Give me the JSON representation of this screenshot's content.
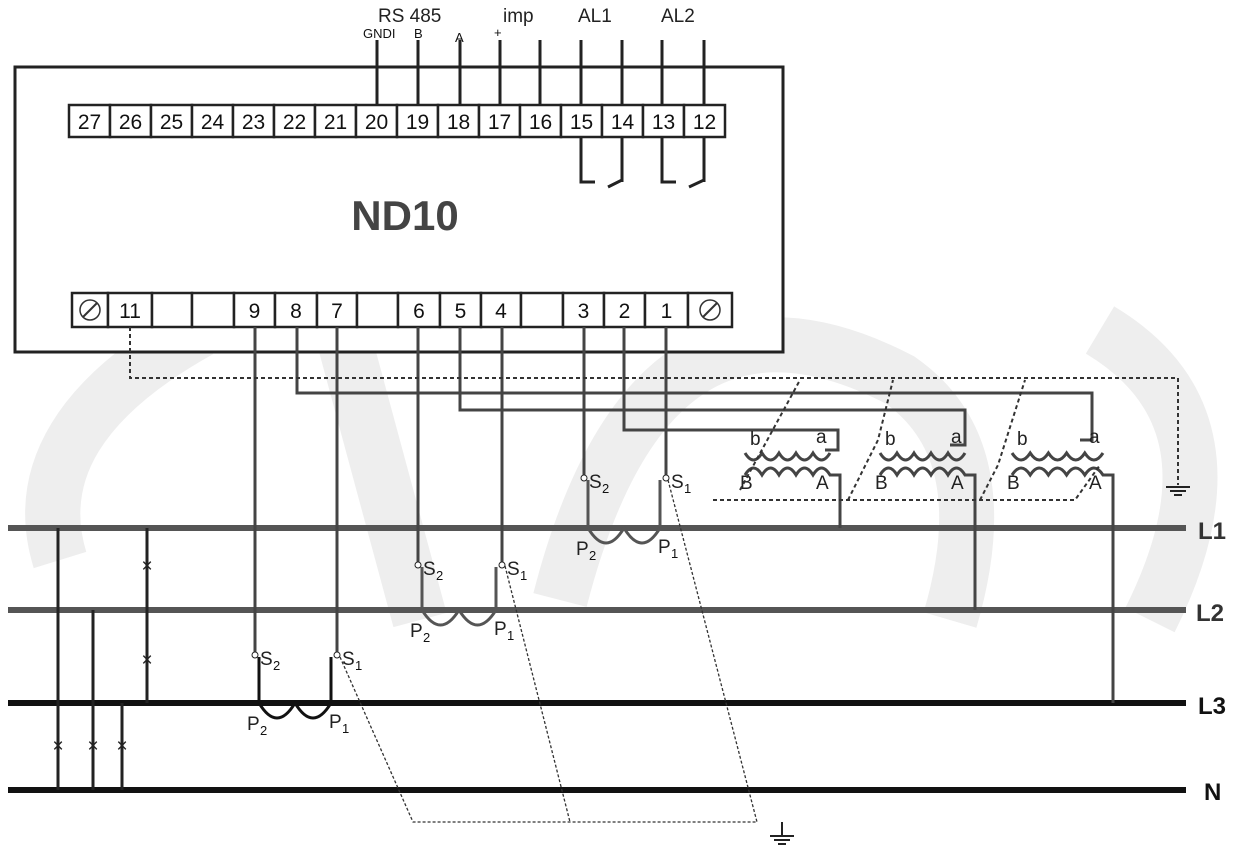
{
  "device": {
    "name": "ND10"
  },
  "top_labels": {
    "rs485": "RS 485",
    "gndi": "GNDI",
    "b": "B",
    "a": "A",
    "plus": "+",
    "imp": "imp",
    "al1": "AL1",
    "al2": "AL2"
  },
  "top_terminals": [
    "27",
    "26",
    "25",
    "24",
    "23",
    "22",
    "21",
    "20",
    "19",
    "18",
    "17",
    "16",
    "15",
    "14",
    "13",
    "12"
  ],
  "bottom_terminals": [
    "",
    "11",
    "",
    "",
    "9",
    "8",
    "7",
    "",
    "6",
    "5",
    "4",
    "",
    "3",
    "2",
    "1",
    ""
  ],
  "lines": {
    "l1": "L1",
    "l2": "L2",
    "l3": "L3",
    "n": "N"
  },
  "ct_labels": {
    "s1": "S",
    "s2": "S",
    "p1": "P",
    "p2": "P",
    "sub1": "1",
    "sub2": "2"
  },
  "vt_labels": {
    "a_small": "a",
    "b_small": "b",
    "a_big": "A",
    "b_big": "B"
  },
  "fault_mark": "×",
  "colors": {
    "phase_gray": "#555555",
    "phase_black": "#111111",
    "watermark": "#ececec"
  }
}
